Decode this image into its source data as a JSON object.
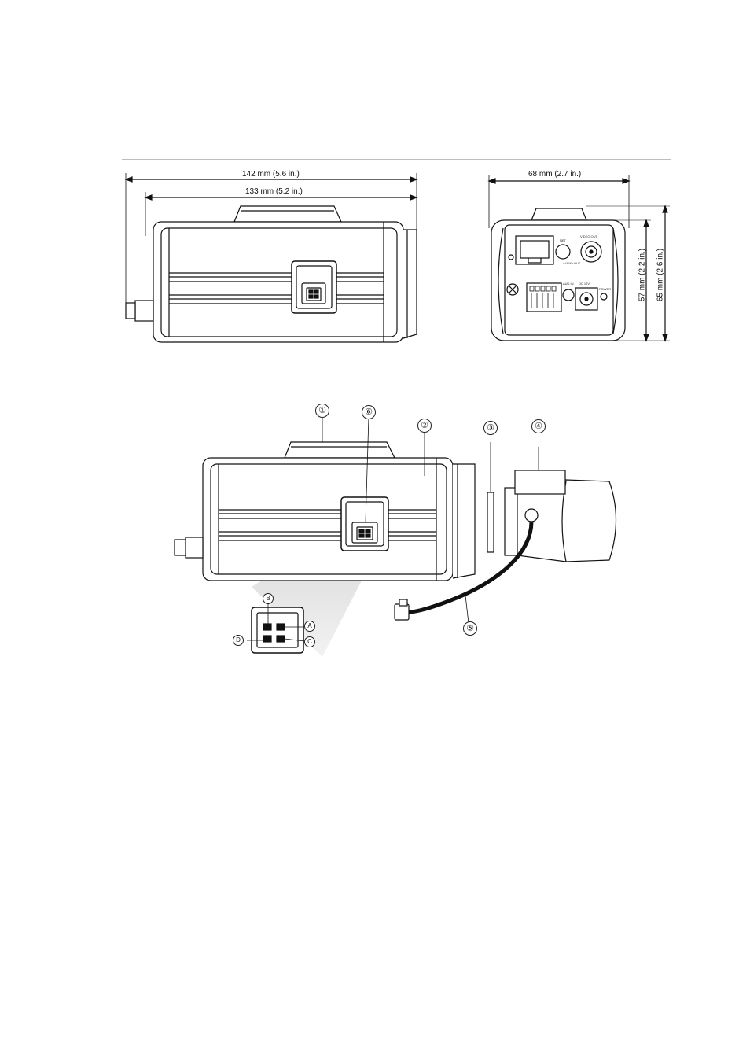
{
  "dimensions": {
    "overall_length": "142 mm (5.6 in.)",
    "body_length": "133 mm (5.2 in.)",
    "width": "68 mm (2.7 in.)",
    "body_height": "57 mm (2.2 in.)",
    "overall_height": "65 mm (2.6 in.)"
  },
  "rear_panel_labels": {
    "net": "NET",
    "video_out": "VIDEO OUT",
    "audio_out": "AUDIO OUT",
    "audio_in": "AUD IN",
    "dc": "DC 12V",
    "power": "POWER"
  },
  "callouts": [
    "①",
    "②",
    "③",
    "④",
    "⑤",
    "⑥"
  ],
  "pins": [
    "B",
    "A",
    "D",
    "C"
  ]
}
